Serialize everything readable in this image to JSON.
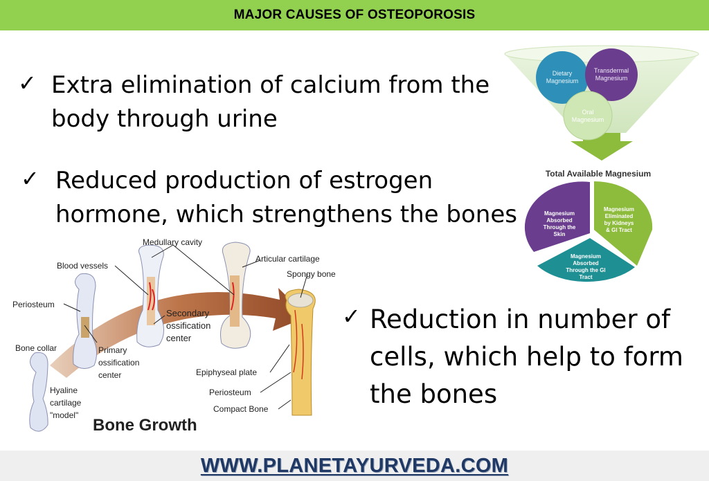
{
  "header": {
    "title": "MAJOR CAUSES OF OSTEOPOROSIS"
  },
  "bullets": [
    {
      "line1": "Extra elimination of calcium from the",
      "line2": "body through urine"
    },
    {
      "line1": "Reduced production of estrogen",
      "line2": "hormone, which strengthens the bones"
    },
    {
      "line1": "Reduction in number of",
      "line2": "cells, which help to form",
      "line3": "the bones"
    }
  ],
  "magnesium": {
    "funnel": {
      "dietary": "Dietary Magnesium",
      "transdermal": "Transdermal Magnesium",
      "oral": "Oral Magnesium"
    },
    "total_label": "Total Available Magnesium",
    "pie": {
      "skin": "Magnesium Absorbed Through the Skin",
      "kidneys": "Magnesium Eliminated by Kidneys & GI Tract",
      "gi": "Magnesium Absorbed Through the GI Tract"
    },
    "colors": {
      "purple": "#6a3d8f",
      "green": "#8dbb3b",
      "teal": "#1e8f93",
      "blue": "#2e8fb8"
    }
  },
  "bone_growth": {
    "title": "Bone Growth",
    "labels": {
      "medullary_cavity": "Medullary cavity",
      "blood_vessels": "Blood vessels",
      "articular_cartilage": "Articular cartilage",
      "spongy_bone": "Spongy bone",
      "periosteum": "Periosteum",
      "secondary": "Secondary",
      "ossification": "ossification",
      "center": "center",
      "bone_collar": "Bone collar",
      "primary": "Primary",
      "ossification2": "ossification",
      "center2": "center",
      "epiphyseal_plate": "Epiphyseal plate",
      "periosteum2": "Periosteum",
      "compact_bone": "Compact Bone",
      "hyaline": "Hyaline",
      "cartilage": "cartilage",
      "model": "\"model\""
    }
  },
  "footer": {
    "link": "WWW.PLANETAYURVEDA.COM"
  }
}
